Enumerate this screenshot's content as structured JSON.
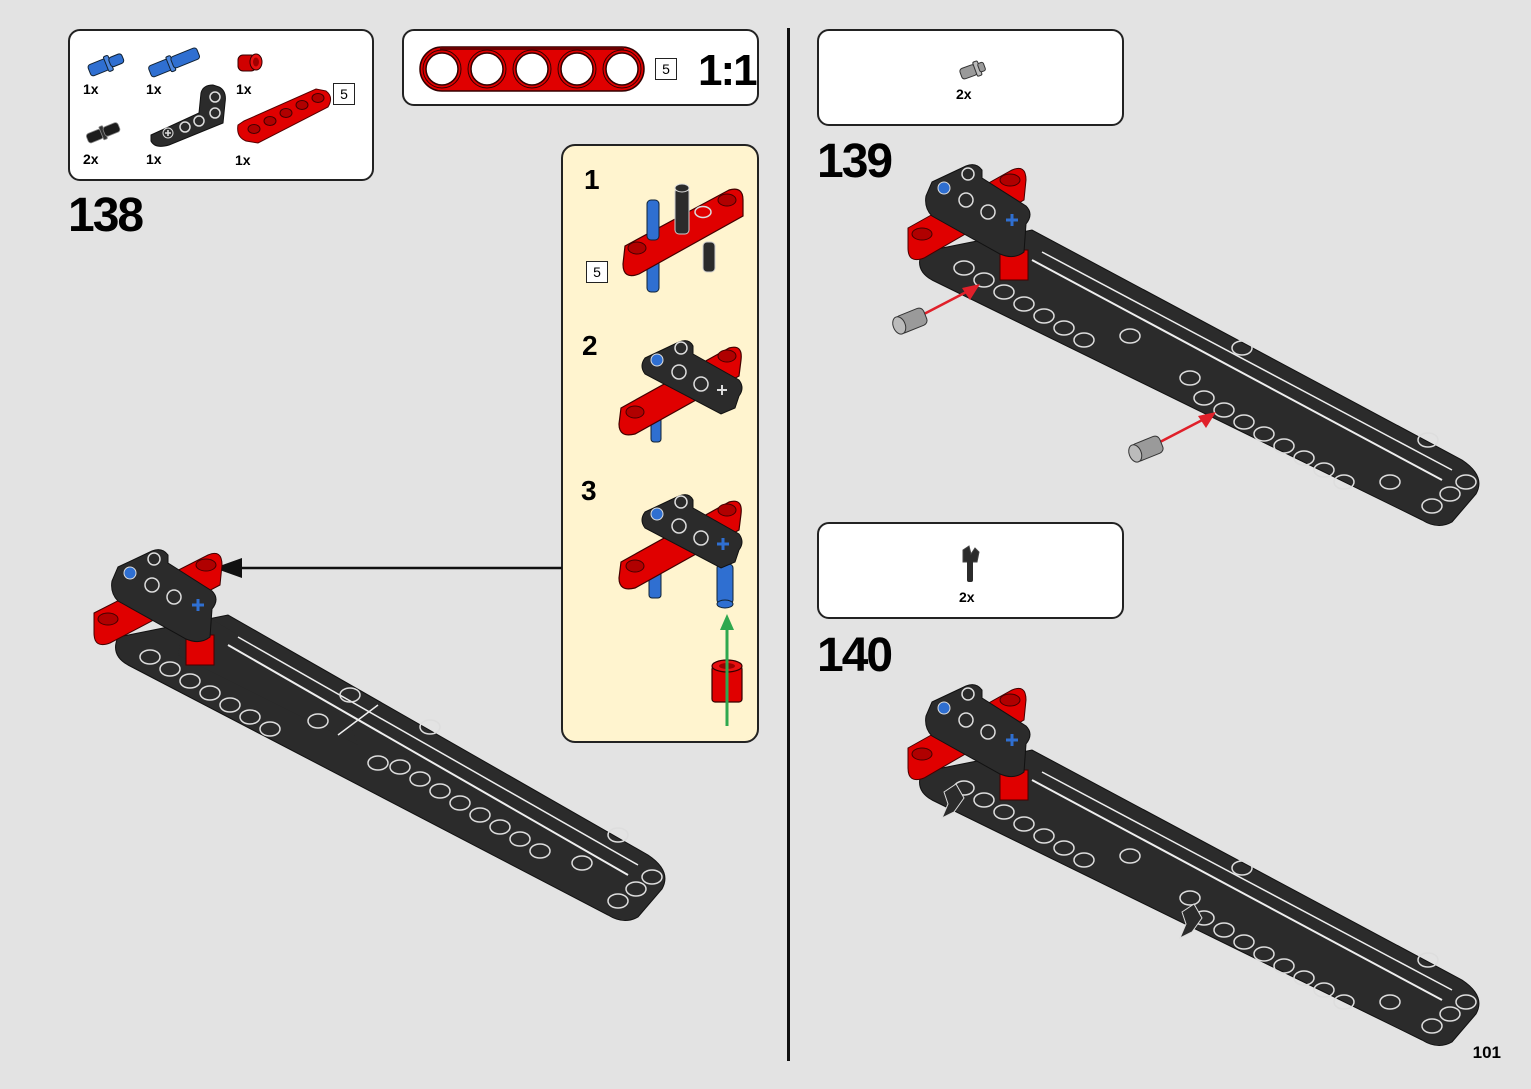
{
  "page": {
    "number": "101"
  },
  "steps": [
    {
      "number": "138",
      "parts_list": [
        {
          "name": "blue-pin-short",
          "qty": "1x",
          "color": "#2f6fd1"
        },
        {
          "name": "blue-axle-pin-long",
          "qty": "1x",
          "color": "#2f6fd1"
        },
        {
          "name": "red-bush",
          "qty": "1x",
          "color": "#e00000"
        },
        {
          "name": "black-friction-pin",
          "qty": "2x",
          "color": "#222222"
        },
        {
          "name": "black-l-beam",
          "qty": "1x",
          "color": "#2b2b2b"
        },
        {
          "name": "red-beam-5",
          "qty": "1x",
          "color": "#e00000",
          "length_badge": "5"
        }
      ],
      "scale_callout": {
        "length_badge": "5",
        "scale_label": "1:1",
        "holes": 5
      },
      "sub_assembly": {
        "steps": [
          {
            "number": "1",
            "length_badge": "5"
          },
          {
            "number": "2"
          },
          {
            "number": "3"
          }
        ]
      }
    },
    {
      "number": "139",
      "parts_list": [
        {
          "name": "gray-pin-with-bush",
          "qty": "2x",
          "color": "#9a9a9a"
        }
      ]
    },
    {
      "number": "140",
      "parts_list": [
        {
          "name": "black-cable-clip",
          "qty": "2x",
          "color": "#2b2b2b"
        }
      ]
    }
  ],
  "colors": {
    "background": "#e3e3e3",
    "sub_assembly_bg": "#fff4cf",
    "lego_red": "#e00000",
    "lego_black": "#2b2b2b",
    "lego_blue": "#2f6fd1",
    "lego_gray": "#9a9a9a",
    "insert_arrow_red": "#e0202a",
    "insert_arrow_green": "#2fa84f"
  }
}
